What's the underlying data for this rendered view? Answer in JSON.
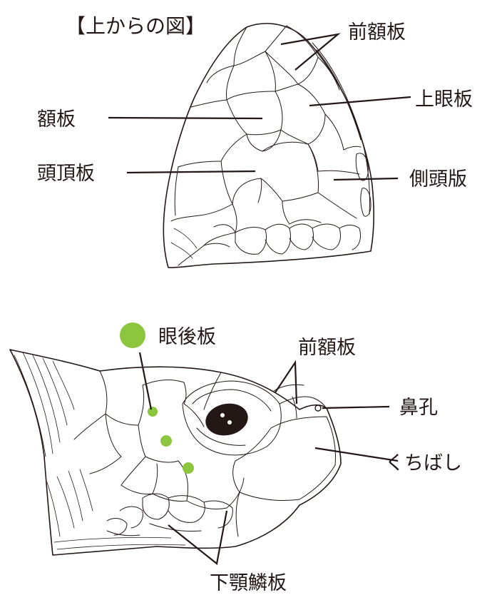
{
  "top_view": {
    "title": "【上からの図】",
    "labels": {
      "prefrontal": "前額板",
      "frontal": "額板",
      "supraocular": "上眼板",
      "parietal": "頭頂板",
      "temporal": "側頭版"
    }
  },
  "side_view": {
    "labels": {
      "postocular": "眼後板",
      "prefrontal": "前額板",
      "nostril": "鼻孔",
      "beak": "くちばし",
      "inframarginal": "下顎鱗板"
    },
    "colors": {
      "marker": "#8cc63f",
      "line": "#231815"
    }
  }
}
